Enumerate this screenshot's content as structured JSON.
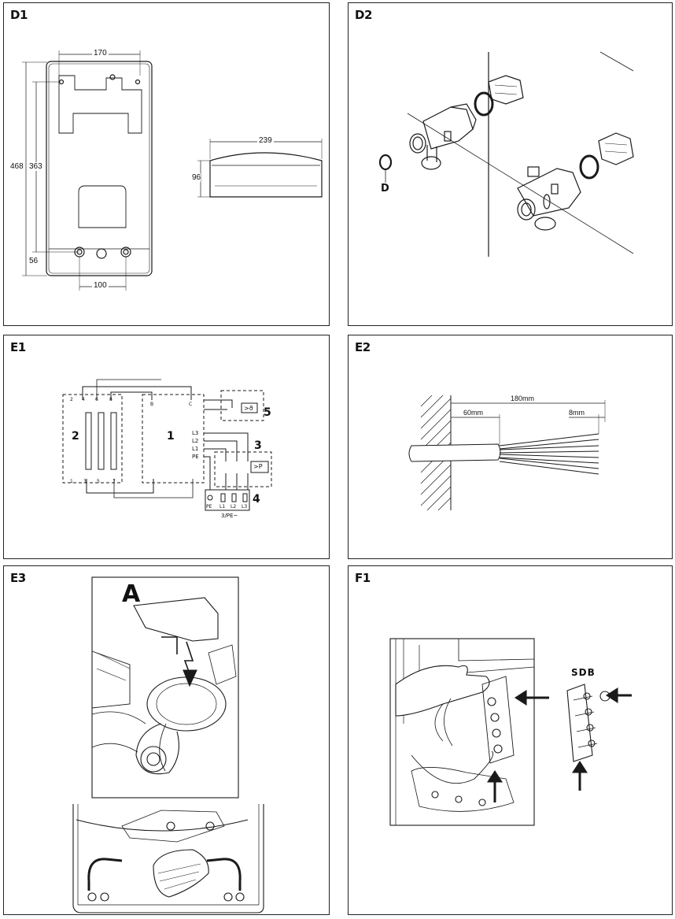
{
  "panels": {
    "d1": {
      "title": "D1",
      "dims": {
        "width_top": "170",
        "height_total": "468",
        "height_inner": "363",
        "height_bottom": "56",
        "width_bottom": "100",
        "side_width": "239",
        "side_height": "96"
      }
    },
    "d2": {
      "title": "D2",
      "label_d": "D"
    },
    "e1": {
      "title": "E1",
      "labels": {
        "n1": "1",
        "n2": "2",
        "n3": "3",
        "n4": "4",
        "n5": "5"
      },
      "terminals_top": [
        "2",
        "4",
        "6",
        "8"
      ],
      "terminals_bottom": [
        "1",
        "3",
        "5",
        "7"
      ],
      "terminal_b": "B",
      "terminal_c": "C",
      "phases": [
        "L3",
        "L2",
        "L1",
        "PE"
      ],
      "bottom_terms": [
        "PE",
        "L1",
        "L2",
        "L3"
      ],
      "pressure": ">P",
      "temp": ">ϑ",
      "supply": "3/PE~"
    },
    "e2": {
      "title": "E2",
      "dim_total": "180mm",
      "dim_strip": "60mm",
      "dim_end": "8mm"
    },
    "e3": {
      "title": "E3",
      "label_a": "A"
    },
    "f1": {
      "title": "F1",
      "label_sdb": "SDB"
    }
  },
  "colors": {
    "line": "#1a1a1a",
    "background": "#ffffff"
  }
}
